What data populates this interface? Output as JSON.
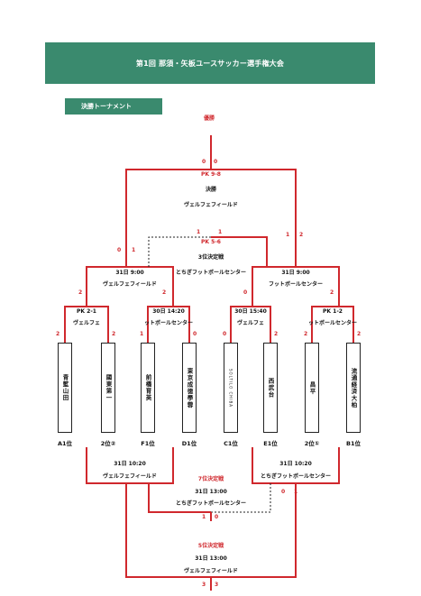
{
  "header": {
    "title": "第1回 那須・矢板ユースサッカー選手権大会"
  },
  "section": {
    "label": "決勝トーナメント"
  },
  "final": {
    "winner_label": "優勝",
    "score_left": "0",
    "score_right": "0",
    "pk": "PK 9-8",
    "round": "決勝",
    "venue": "ヴェルフェフィールド"
  },
  "third": {
    "score_left": "1",
    "score_right": "1",
    "pk": "PK 5-6",
    "round": "3位決定戦",
    "venue": "とちぎフットボールセンター"
  },
  "semis": {
    "left": {
      "score_top_left": "0",
      "score_top_right": "1",
      "score_left": "2",
      "score_right": "2",
      "date": "31日 9:00",
      "venue": "ヴェルフェフィールド"
    },
    "right": {
      "score_top_left": "1",
      "score_top_right": "2",
      "score_left": "0",
      "score_right": "2",
      "date": "31日 9:00",
      "venue": "フットボールセンター"
    }
  },
  "quarters": [
    {
      "line1": "PK 2-1",
      "line2": "ヴェルフェ",
      "score_left": "2",
      "score_right": "2"
    },
    {
      "line1": "30日 14:20",
      "line2": "ットボールセンター",
      "score_left": "1",
      "score_right": "0"
    },
    {
      "line1": "30日 15:40",
      "line2": "ヴェルフェ",
      "score_left": "0",
      "score_right": "2"
    },
    {
      "line1": "PK 1-2",
      "line2": "ットボールセンター",
      "score_left": "2",
      "score_right": "2"
    }
  ],
  "teams": [
    {
      "name": "青藍山田",
      "seed": "A1位"
    },
    {
      "name": "國東第一",
      "seed": "2位②"
    },
    {
      "name": "前橋育英",
      "seed": "F1位"
    },
    {
      "name": "東京成徳學蓉",
      "seed": "D1位"
    },
    {
      "name": "SOLTILO CHIBA",
      "seed": "C1位"
    },
    {
      "name": "西武台",
      "seed": "E1位"
    },
    {
      "name": "昌平",
      "seed": "2位①"
    },
    {
      "name": "流通経済大柏",
      "seed": "B1位"
    }
  ],
  "placement": {
    "left_date": "31日 10:20",
    "left_venue": "ヴェルフェフィールド",
    "right_date": "31日 10:20",
    "right_venue": "とちぎフットボールセンター",
    "seventh_label": "7位決定戦",
    "seventh_date": "31日 13:00",
    "seventh_venue": "とちぎフットボールセンター",
    "seventh_score_left": "1",
    "seventh_score_right": "0",
    "right_score_left": "0",
    "right_score_right": "1",
    "fifth_label": "5位決定戦",
    "fifth_date": "31日 13:00",
    "fifth_venue": "ヴェルフェフィールド",
    "fifth_score_left": "3",
    "fifth_score_right": "3"
  },
  "colors": {
    "accent": "#3a8a6e",
    "win_line": "#d0282d",
    "line": "#222222"
  }
}
